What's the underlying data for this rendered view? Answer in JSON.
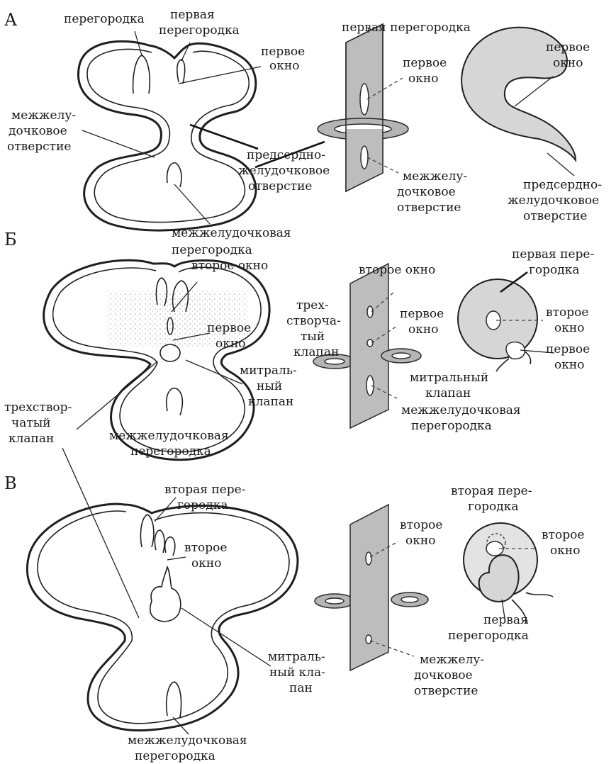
{
  "panels": {
    "a": {
      "letter": "А",
      "labels": {
        "septum": "перегородка",
        "first_septum_l1": "первая",
        "first_septum_l2": "перегородка",
        "first_ostium_l1": "первое",
        "first_ostium_l2": "окно",
        "iv_foramen_l1": "межжелу-",
        "iv_foramen_l2": "дочковое",
        "iv_foramen_l3": "отверстие",
        "av_canal_l1": "предсердно-",
        "av_canal_l2": "желудочковое",
        "av_canal_l3": "отверстие",
        "iv_septum_l1": "межжелудочковая",
        "iv_septum_l2": "перегородка",
        "plate_first_septum": "первая  перегородка",
        "plate_first_ostium_l1": "первое",
        "plate_first_ostium_l2": "окно",
        "plate_iv_foramen_l1": "межжелу-",
        "plate_iv_foramen_l2": "дочковое",
        "plate_iv_foramen_l3": "отверстие",
        "view_first_ostium_l1": "первое",
        "view_first_ostium_l2": "окно",
        "view_av_l1": "предсердно-",
        "view_av_l2": "желудочковое",
        "view_av_l3": "отверстие"
      }
    },
    "b": {
      "letter": "Б",
      "labels": {
        "second_ostium": "второе окно",
        "first_ostium_l1": "первое",
        "first_ostium_l2": "окно",
        "mitral_l1": "митраль-",
        "mitral_l2": "ный",
        "mitral_l3": "клапан",
        "tricuspid_l1": "трехствор-",
        "tricuspid_l2": "чатый",
        "tricuspid_l3": "клапан",
        "iv_septum_l1": "межжелудочковая",
        "iv_septum_l2": "перегородка",
        "plate_second_ostium": "второе окно",
        "plate_tricuspid_l1": "трех-",
        "plate_tricuspid_l2": "створча-",
        "plate_tricuspid_l3": "тый",
        "plate_tricuspid_l4": "клапан",
        "plate_first_ostium_l1": "первое",
        "plate_first_ostium_l2": "окно",
        "plate_mitral_l1": "митральный",
        "plate_mitral_l2": "клапан",
        "plate_iv_septum_l1": "межжелудочковая",
        "plate_iv_septum_l2": "перегородка",
        "view_first_septum_l1": "первая пере-",
        "view_first_septum_l2": "городка",
        "view_second_ostium_l1": "второе",
        "view_second_ostium_l2": "окно",
        "view_first_ostium_l1": "первое",
        "view_first_ostium_l2": "окно"
      }
    },
    "c": {
      "letter": "В",
      "labels": {
        "second_septum_l1": "вторая пере-",
        "second_septum_l2": "городка",
        "second_ostium_l1": "второе",
        "second_ostium_l2": "окно",
        "mitral_l1": "митраль-",
        "mitral_l2": "ный кла-",
        "mitral_l3": "пан",
        "iv_septum_l1": "межжелудочковая",
        "iv_septum_l2": "перегородка",
        "plate_second_ostium_l1": "второе",
        "plate_second_ostium_l2": "окно",
        "plate_iv_foramen_l1": "межжелу-",
        "plate_iv_foramen_l2": "дочковое",
        "plate_iv_foramen_l3": "отверстие",
        "view_second_septum_l1": "вторая пере-",
        "view_second_septum_l2": "городка",
        "view_second_ostium_l1": "второе",
        "view_second_ostium_l2": "окно",
        "view_first_septum_l1": "первая",
        "view_first_septum_l2": "перегородка"
      }
    }
  }
}
